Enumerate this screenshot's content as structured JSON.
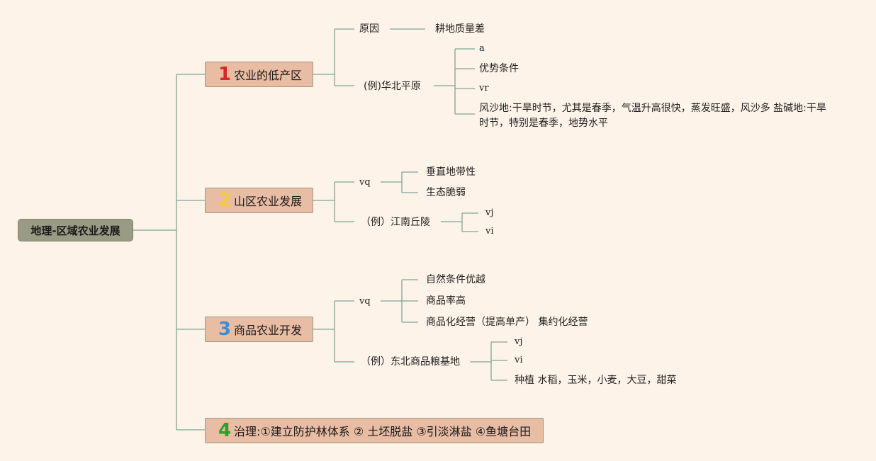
{
  "root": "地理-区域农业发展",
  "branches": [
    {
      "num": "1",
      "num_color": "#d42828",
      "label": "农业的低产区"
    },
    {
      "num": "2",
      "num_color": "#f2cc40",
      "label": "山区农业发展"
    },
    {
      "num": "3",
      "num_color": "#3a8fd8",
      "label": "商品农业开发"
    },
    {
      "num": "4",
      "num_color": "#2ba02b",
      "label": "治理:①建立防护林体系 ② 土坯脱盐 ③引淡淋盐 ④鱼塘台田"
    }
  ],
  "b1": {
    "reason": "原因",
    "reason_detail": "耕地质量差",
    "example": "(例)华北平原",
    "ex_items": [
      "a",
      "优势条件",
      "vr",
      "风沙地:干旱时节，尤其是春季，气温升高很快，蒸发旺盛，风沙多 盐碱地:干旱时节，特别是春季，地势水平"
    ]
  },
  "b2": {
    "vq": "vq",
    "vq_items": [
      "垂直地带性",
      "生态脆弱"
    ],
    "example": "（例）江南丘陵",
    "ex_items": [
      "vj",
      "vi"
    ]
  },
  "b3": {
    "vq": "vq",
    "vq_items": [
      "自然条件优越",
      "商品率高",
      "商品化经营（提高单产） 集约化经营"
    ],
    "example": "（例）东北商品粮基地",
    "ex_items": [
      "vj",
      "vi",
      "种植 水稻，玉米，小麦，大豆，甜菜"
    ]
  },
  "colors": {
    "line": "#7fa596",
    "branch_fill": "#e9bca4",
    "root_fill": "#9a9b84"
  }
}
